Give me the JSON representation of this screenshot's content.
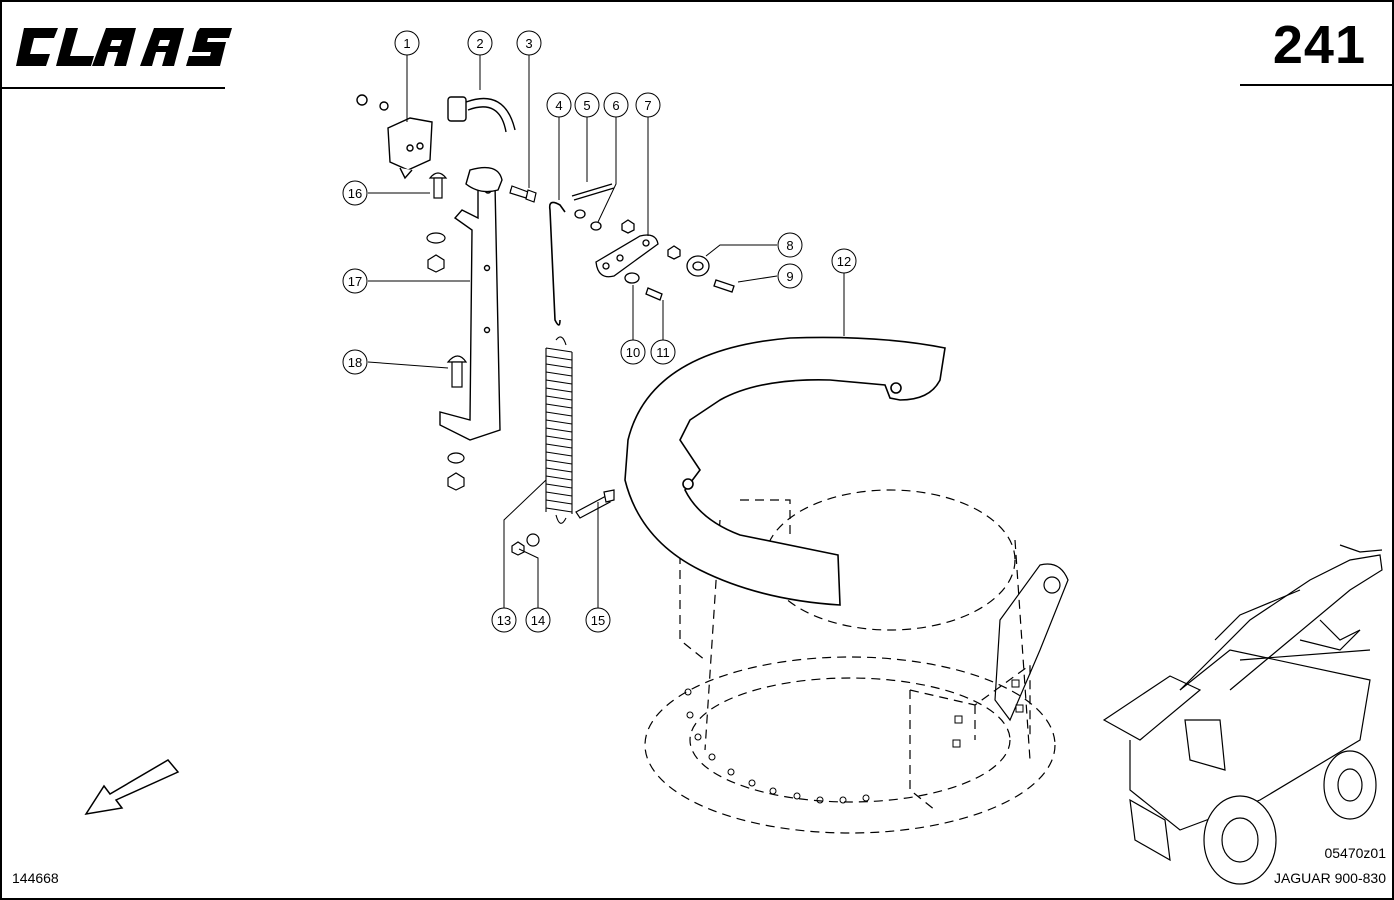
{
  "header": {
    "brand": "CLAAS",
    "page_number": "241"
  },
  "footer": {
    "document_number": "144668",
    "drawing_reference": "05470z01",
    "model": "JAGUAR 900-830"
  },
  "callouts": [
    "1",
    "2",
    "3",
    "4",
    "5",
    "6",
    "7",
    "8",
    "9",
    "10",
    "11",
    "12",
    "13",
    "14",
    "15",
    "16",
    "17",
    "18"
  ],
  "icons": {
    "direction_arrow": "direction-arrow-icon",
    "machine_thumbnail": "forage-harvester-icon"
  }
}
